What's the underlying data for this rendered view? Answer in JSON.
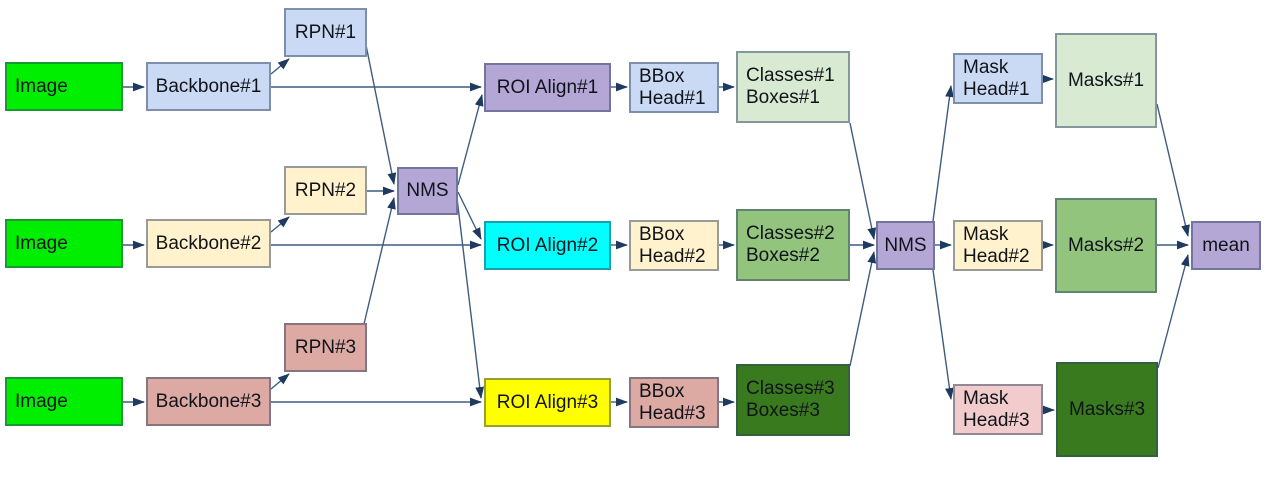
{
  "diagram": {
    "nodes": {
      "image1": {
        "label": "Image"
      },
      "image2": {
        "label": "Image"
      },
      "image3": {
        "label": "Image"
      },
      "backbone1": {
        "label": "Backbone#1"
      },
      "backbone2": {
        "label": "Backbone#2"
      },
      "backbone3": {
        "label": "Backbone#3"
      },
      "rpn1": {
        "label": "RPN#1"
      },
      "rpn2": {
        "label": "RPN#2"
      },
      "rpn3": {
        "label": "RPN#3"
      },
      "nms_rpn": {
        "label": "NMS"
      },
      "roi1": {
        "label": "ROI Align#1"
      },
      "roi2": {
        "label": "ROI Align#2"
      },
      "roi3": {
        "label": "ROI Align#3"
      },
      "bbox1": {
        "label": "BBox\nHead#1"
      },
      "bbox2": {
        "label": "BBox\nHead#2"
      },
      "bbox3": {
        "label": "BBox\nHead#3"
      },
      "classes1": {
        "label": "Classes#1\nBoxes#1"
      },
      "classes2": {
        "label": "Classes#2\nBoxes#2"
      },
      "classes3": {
        "label": "Classes#3\nBoxes#3"
      },
      "nms_det": {
        "label": "NMS"
      },
      "maskhead1": {
        "label": "Mask\nHead#1"
      },
      "maskhead2": {
        "label": "Mask\nHead#2"
      },
      "maskhead3": {
        "label": "Mask\nHead#3"
      },
      "masks1": {
        "label": "Masks#1"
      },
      "masks2": {
        "label": "Masks#2"
      },
      "masks3": {
        "label": "Masks#3"
      },
      "mean": {
        "label": "mean"
      }
    },
    "edges": [
      {
        "from": "image1",
        "to": "backbone1"
      },
      {
        "from": "image2",
        "to": "backbone2"
      },
      {
        "from": "image3",
        "to": "backbone3"
      },
      {
        "from": "backbone1",
        "to": "rpn1"
      },
      {
        "from": "backbone2",
        "to": "rpn2"
      },
      {
        "from": "backbone3",
        "to": "rpn3"
      },
      {
        "from": "backbone1",
        "to": "roi1"
      },
      {
        "from": "backbone2",
        "to": "roi2"
      },
      {
        "from": "backbone3",
        "to": "roi3"
      },
      {
        "from": "rpn1",
        "to": "nms_rpn"
      },
      {
        "from": "rpn2",
        "to": "nms_rpn"
      },
      {
        "from": "rpn3",
        "to": "nms_rpn"
      },
      {
        "from": "nms_rpn",
        "to": "roi1"
      },
      {
        "from": "nms_rpn",
        "to": "roi2"
      },
      {
        "from": "nms_rpn",
        "to": "roi3"
      },
      {
        "from": "roi1",
        "to": "bbox1"
      },
      {
        "from": "roi2",
        "to": "bbox2"
      },
      {
        "from": "roi3",
        "to": "bbox3"
      },
      {
        "from": "bbox1",
        "to": "classes1"
      },
      {
        "from": "bbox2",
        "to": "classes2"
      },
      {
        "from": "bbox3",
        "to": "classes3"
      },
      {
        "from": "classes1",
        "to": "nms_det"
      },
      {
        "from": "classes2",
        "to": "nms_det"
      },
      {
        "from": "classes3",
        "to": "nms_det"
      },
      {
        "from": "nms_det",
        "to": "maskhead1"
      },
      {
        "from": "nms_det",
        "to": "maskhead2"
      },
      {
        "from": "nms_det",
        "to": "maskhead3"
      },
      {
        "from": "maskhead1",
        "to": "masks1"
      },
      {
        "from": "maskhead2",
        "to": "masks2"
      },
      {
        "from": "maskhead3",
        "to": "masks3"
      },
      {
        "from": "masks1",
        "to": "mean"
      },
      {
        "from": "masks2",
        "to": "mean"
      },
      {
        "from": "masks3",
        "to": "mean"
      }
    ],
    "palette": {
      "image_green": "#00EE00",
      "branch1_blue": "#CBDAF4",
      "branch2_cream": "#FFF2CC",
      "branch3_salmon": "#DCA9A3",
      "branch3_light_pink": "#F2CCCC",
      "nms_purple": "#B4A7D6",
      "roi2_cyan": "#00FFFF",
      "roi3_yellow": "#FFFF00",
      "out1_light_green": "#D9EAD3",
      "out2_medium_green": "#93C47D",
      "out3_dark_green": "#3A7A1E",
      "edge_line": "#3E5C80",
      "arrowhead": "#1F3A5F"
    }
  }
}
